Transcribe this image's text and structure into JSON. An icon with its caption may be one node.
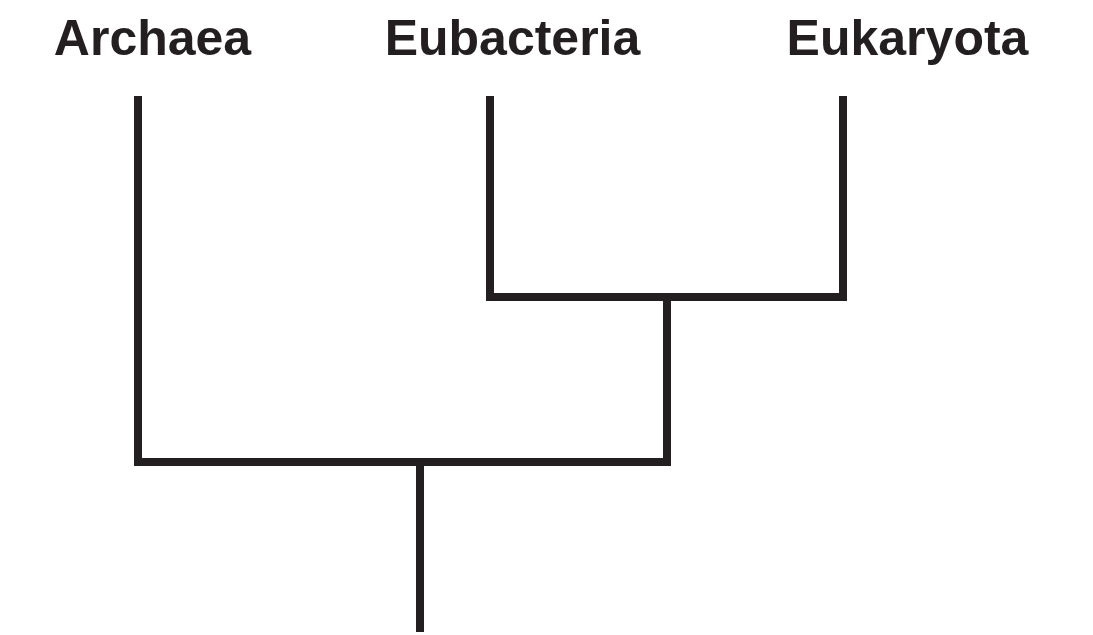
{
  "diagram": {
    "nodes": [
      {
        "text": [
          "Archaea"
        ]
      },
      {
        "text": [
          "Eubacteria"
        ]
      },
      {
        "text": [
          "Eukaryota"
        ]
      }
    ],
    "edges": [
      {
        "from": null,
        "to": 0,
        "arrow": "none"
      },
      {
        "from": null,
        "to": 1,
        "arrow": "none"
      },
      {
        "from": null,
        "to": 2,
        "arrow": "none"
      }
    ]
  }
}
